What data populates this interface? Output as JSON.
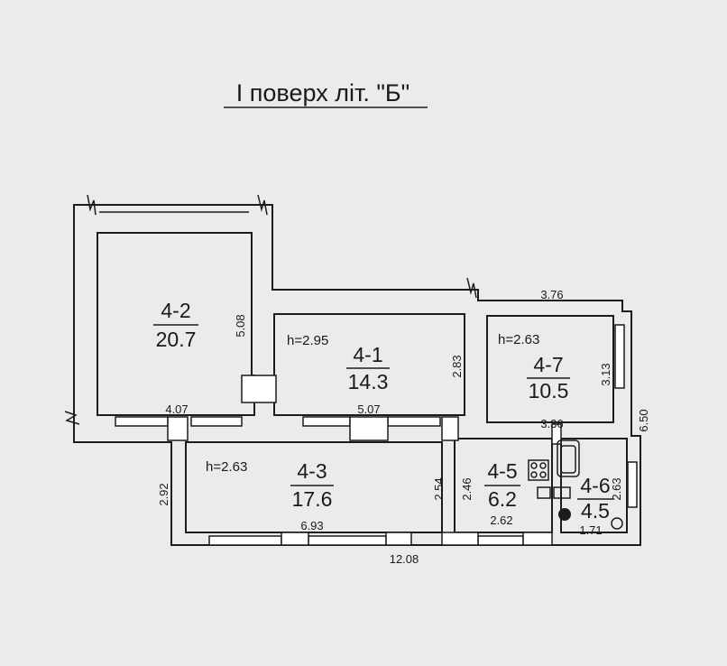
{
  "title": "I поверх літ. \"Б\"",
  "rooms": [
    {
      "id": "4-2",
      "area": "20.7"
    },
    {
      "id": "4-1",
      "area": "14.3"
    },
    {
      "id": "4-7",
      "area": "10.5"
    },
    {
      "id": "4-3",
      "area": "17.6"
    },
    {
      "id": "4-5",
      "area": "6.2"
    },
    {
      "id": "4-6",
      "area": "4.5"
    }
  ],
  "heights": {
    "room_4_1": "h=2.95",
    "room_4_7": "h=2.63",
    "room_4_3": "h=2.63"
  },
  "dimensions": {
    "d_3_76": "3.76",
    "d_5_08": "5.08",
    "d_2_83": "2.83",
    "d_3_13": "3.13",
    "d_6_50": "6.50",
    "d_4_07": "4.07",
    "d_5_07": "5.07",
    "d_3_36": "3.36",
    "d_2_92": "2.92",
    "d_2_54": "2.54",
    "d_2_46": "2.46",
    "d_2_63_v": "2.63",
    "d_6_93": "6.93",
    "d_2_62": "2.62",
    "d_1_71": "1.71",
    "d_12_08": "12.08"
  },
  "colors": {
    "ink": "#1c1c1c",
    "paper": "#e9ebec",
    "wall_fill": "#ffffff"
  }
}
